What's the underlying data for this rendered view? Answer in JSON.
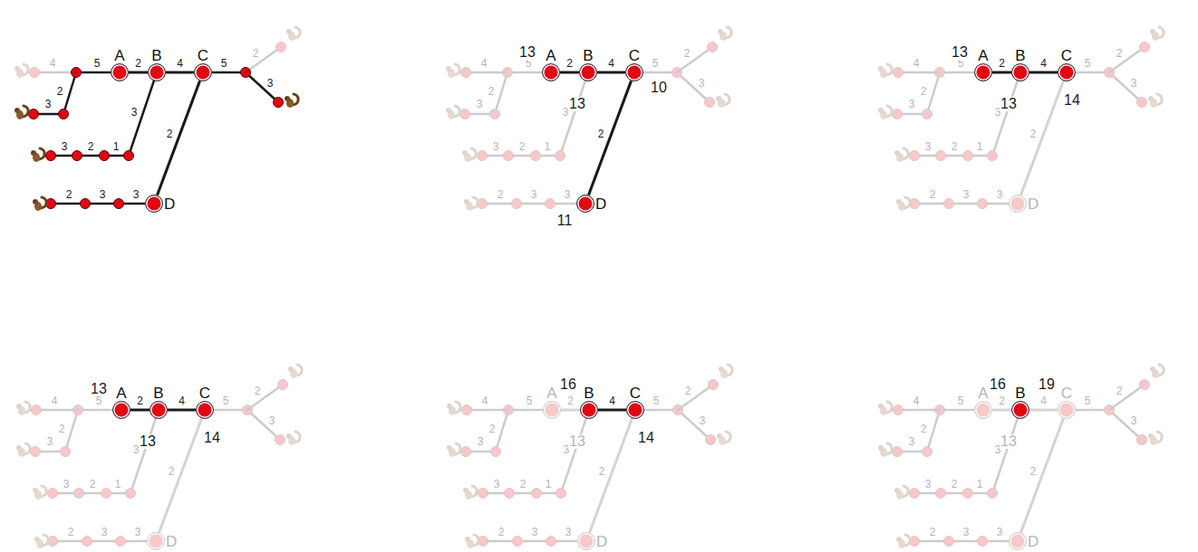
{
  "diagram": {
    "nodes": [
      {
        "text": [
          "A"
        ]
      },
      {
        "text": [
          "B"
        ]
      },
      {
        "text": [
          "C"
        ]
      },
      {
        "text": [
          "D"
        ]
      },
      {
        "text": [
          "A"
        ]
      },
      {
        "text": [
          "B"
        ]
      },
      {
        "text": [
          "C"
        ]
      },
      {
        "text": [
          "D"
        ]
      },
      {
        "text": [
          "A"
        ]
      },
      {
        "text": [
          "B"
        ]
      },
      {
        "text": [
          "C"
        ]
      },
      {
        "text": [
          "D"
        ]
      },
      {
        "text": [
          "A"
        ]
      },
      {
        "text": [
          "B"
        ]
      },
      {
        "text": [
          "C"
        ]
      },
      {
        "text": [
          "D"
        ]
      },
      {
        "text": [
          "A"
        ]
      },
      {
        "text": [
          "B"
        ]
      },
      {
        "text": [
          "C"
        ]
      },
      {
        "text": [
          "D"
        ]
      },
      {
        "text": [
          "A"
        ]
      },
      {
        "text": [
          "B"
        ]
      },
      {
        "text": [
          "C"
        ]
      },
      {
        "text": [
          "D"
        ]
      }
    ],
    "edges": [
      {
        "from": 0,
        "to": 1,
        "arrow": "none",
        "label": "2"
      },
      {
        "from": 1,
        "to": 2,
        "arrow": "none",
        "label": "4"
      },
      {
        "from": 2,
        "to": 3,
        "arrow": "none",
        "label": "2"
      },
      {
        "from": 4,
        "to": 5,
        "arrow": "none",
        "label": "2"
      },
      {
        "from": 5,
        "to": 6,
        "arrow": "none",
        "label": "4"
      },
      {
        "from": 6,
        "to": 7,
        "arrow": "none",
        "label": "2"
      },
      {
        "from": 8,
        "to": 9,
        "arrow": "none",
        "label": "2"
      },
      {
        "from": 9,
        "to": 10,
        "arrow": "none",
        "label": "4"
      },
      {
        "from": 10,
        "to": 11,
        "arrow": "none",
        "label": "2"
      },
      {
        "from": 12,
        "to": 13,
        "arrow": "none",
        "label": "2"
      },
      {
        "from": 13,
        "to": 14,
        "arrow": "none",
        "label": "4"
      },
      {
        "from": 14,
        "to": 15,
        "arrow": "none",
        "label": "2"
      },
      {
        "from": 16,
        "to": 17,
        "arrow": "none",
        "label": "2"
      },
      {
        "from": 17,
        "to": 18,
        "arrow": "none",
        "label": "4"
      },
      {
        "from": 18,
        "to": 19,
        "arrow": "none",
        "label": "2"
      },
      {
        "from": 20,
        "to": 21,
        "arrow": "none",
        "label": "2"
      },
      {
        "from": 21,
        "to": 22,
        "arrow": "none",
        "label": "4"
      },
      {
        "from": 22,
        "to": 23,
        "arrow": "none",
        "label": "2"
      }
    ],
    "labels": [
      "4",
      "5",
      "2",
      "3",
      "5",
      "2",
      "3",
      "3",
      "1",
      "2",
      "3",
      "3",
      "3",
      "2",
      "4",
      "5",
      "2",
      "3",
      "5",
      "2",
      "3",
      "3",
      "1",
      "2",
      "3",
      "3",
      "3",
      "2",
      "13",
      "13",
      "10",
      "11",
      "4",
      "5",
      "2",
      "3",
      "5",
      "2",
      "3",
      "3",
      "1",
      "2",
      "3",
      "3",
      "3",
      "2",
      "13",
      "13",
      "14",
      "4",
      "5",
      "2",
      "3",
      "5",
      "2",
      "3",
      "3",
      "1",
      "2",
      "3",
      "3",
      "3",
      "2",
      "13",
      "13",
      "14",
      "4",
      "5",
      "2",
      "3",
      "5",
      "2",
      "3",
      "3",
      "1",
      "2",
      "3",
      "3",
      "3",
      "2",
      "16",
      "13",
      "14",
      "4",
      "5",
      "2",
      "3",
      "5",
      "2",
      "3",
      "3",
      "1",
      "2",
      "3",
      "3",
      "3",
      "2",
      "16",
      "13",
      "19"
    ]
  }
}
